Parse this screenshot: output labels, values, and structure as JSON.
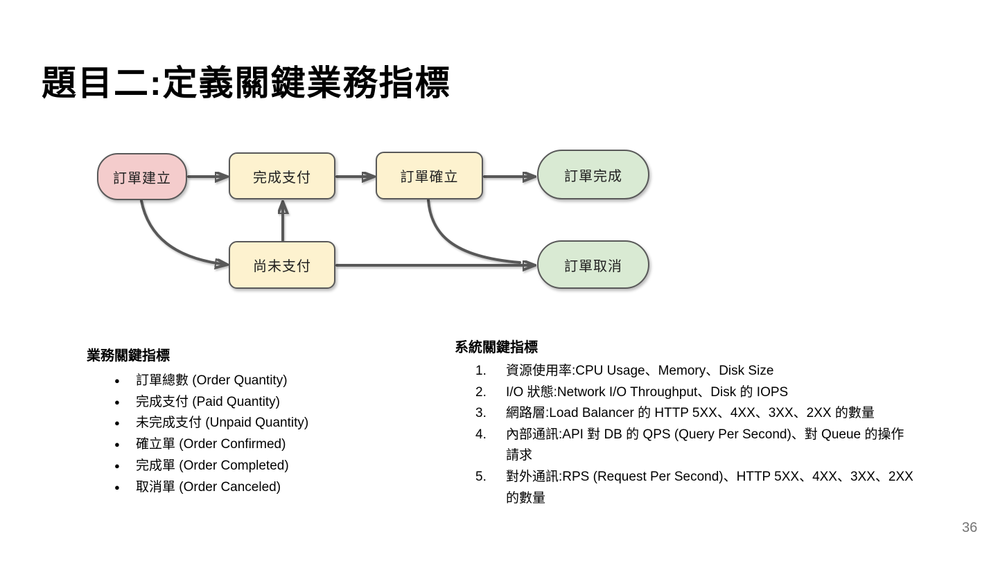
{
  "slide": {
    "title": "題目二:定義關鍵業務指標",
    "page_number": "36"
  },
  "colors": {
    "background": "#ffffff",
    "title_text": "#000000",
    "node_border": "#595959",
    "edge_arrow": "#595959",
    "node_pink": "#f4cccc",
    "node_yellow": "#fdf2cf",
    "node_green": "#d9ead3",
    "node_text": "#212121",
    "page_number_gray": "#757575"
  },
  "diagram": {
    "nodes": [
      {
        "id": "order-created",
        "label": "訂單建立",
        "fill": "#f4cccc"
      },
      {
        "id": "payment-completed",
        "label": "完成支付",
        "fill": "#fdf2cf"
      },
      {
        "id": "order-confirmed",
        "label": "訂單確立",
        "fill": "#fdf2cf"
      },
      {
        "id": "order-completed",
        "label": "訂單完成",
        "fill": "#d9ead3"
      },
      {
        "id": "unpaid",
        "label": "尚未支付",
        "fill": "#fdf2cf"
      },
      {
        "id": "order-canceled",
        "label": "訂單取消",
        "fill": "#d9ead3"
      }
    ],
    "edges": [
      {
        "from": "訂單建立",
        "to": "完成支付"
      },
      {
        "from": "完成支付",
        "to": "訂單確立"
      },
      {
        "from": "訂單確立",
        "to": "訂單完成"
      },
      {
        "from": "訂單建立",
        "to": "尚未支付"
      },
      {
        "from": "尚未支付",
        "to": "完成支付"
      },
      {
        "from": "尚未支付",
        "to": "訂單取消"
      },
      {
        "from": "訂單確立",
        "to": "訂單取消"
      }
    ]
  },
  "business_metrics": {
    "heading": "業務關鍵指標",
    "bullet": "●",
    "items": [
      "訂單總數 (Order Quantity)",
      "完成支付 (Paid Quantity)",
      "未完成支付 (Unpaid Quantity)",
      "確立單 (Order Confirmed)",
      "完成單 (Order Completed)",
      "取消單 (Order Canceled)"
    ]
  },
  "system_metrics": {
    "heading": "系統關鍵指標",
    "items": [
      {
        "num": "1.",
        "text": "資源使用率:CPU Usage、Memory、Disk Size"
      },
      {
        "num": "2.",
        "text": "I/O 狀態:Network I/O Throughput、Disk 的 IOPS"
      },
      {
        "num": "3.",
        "text": "網路層:Load Balancer 的 HTTP 5XX、4XX、3XX、2XX 的數量"
      },
      {
        "num": "4.",
        "text": "內部通訊:API 對 DB 的 QPS (Query Per Second)、對 Queue 的操作請求"
      },
      {
        "num": "5.",
        "text": "對外通訊:RPS (Request Per Second)、HTTP 5XX、4XX、3XX、2XX 的數量"
      }
    ]
  }
}
